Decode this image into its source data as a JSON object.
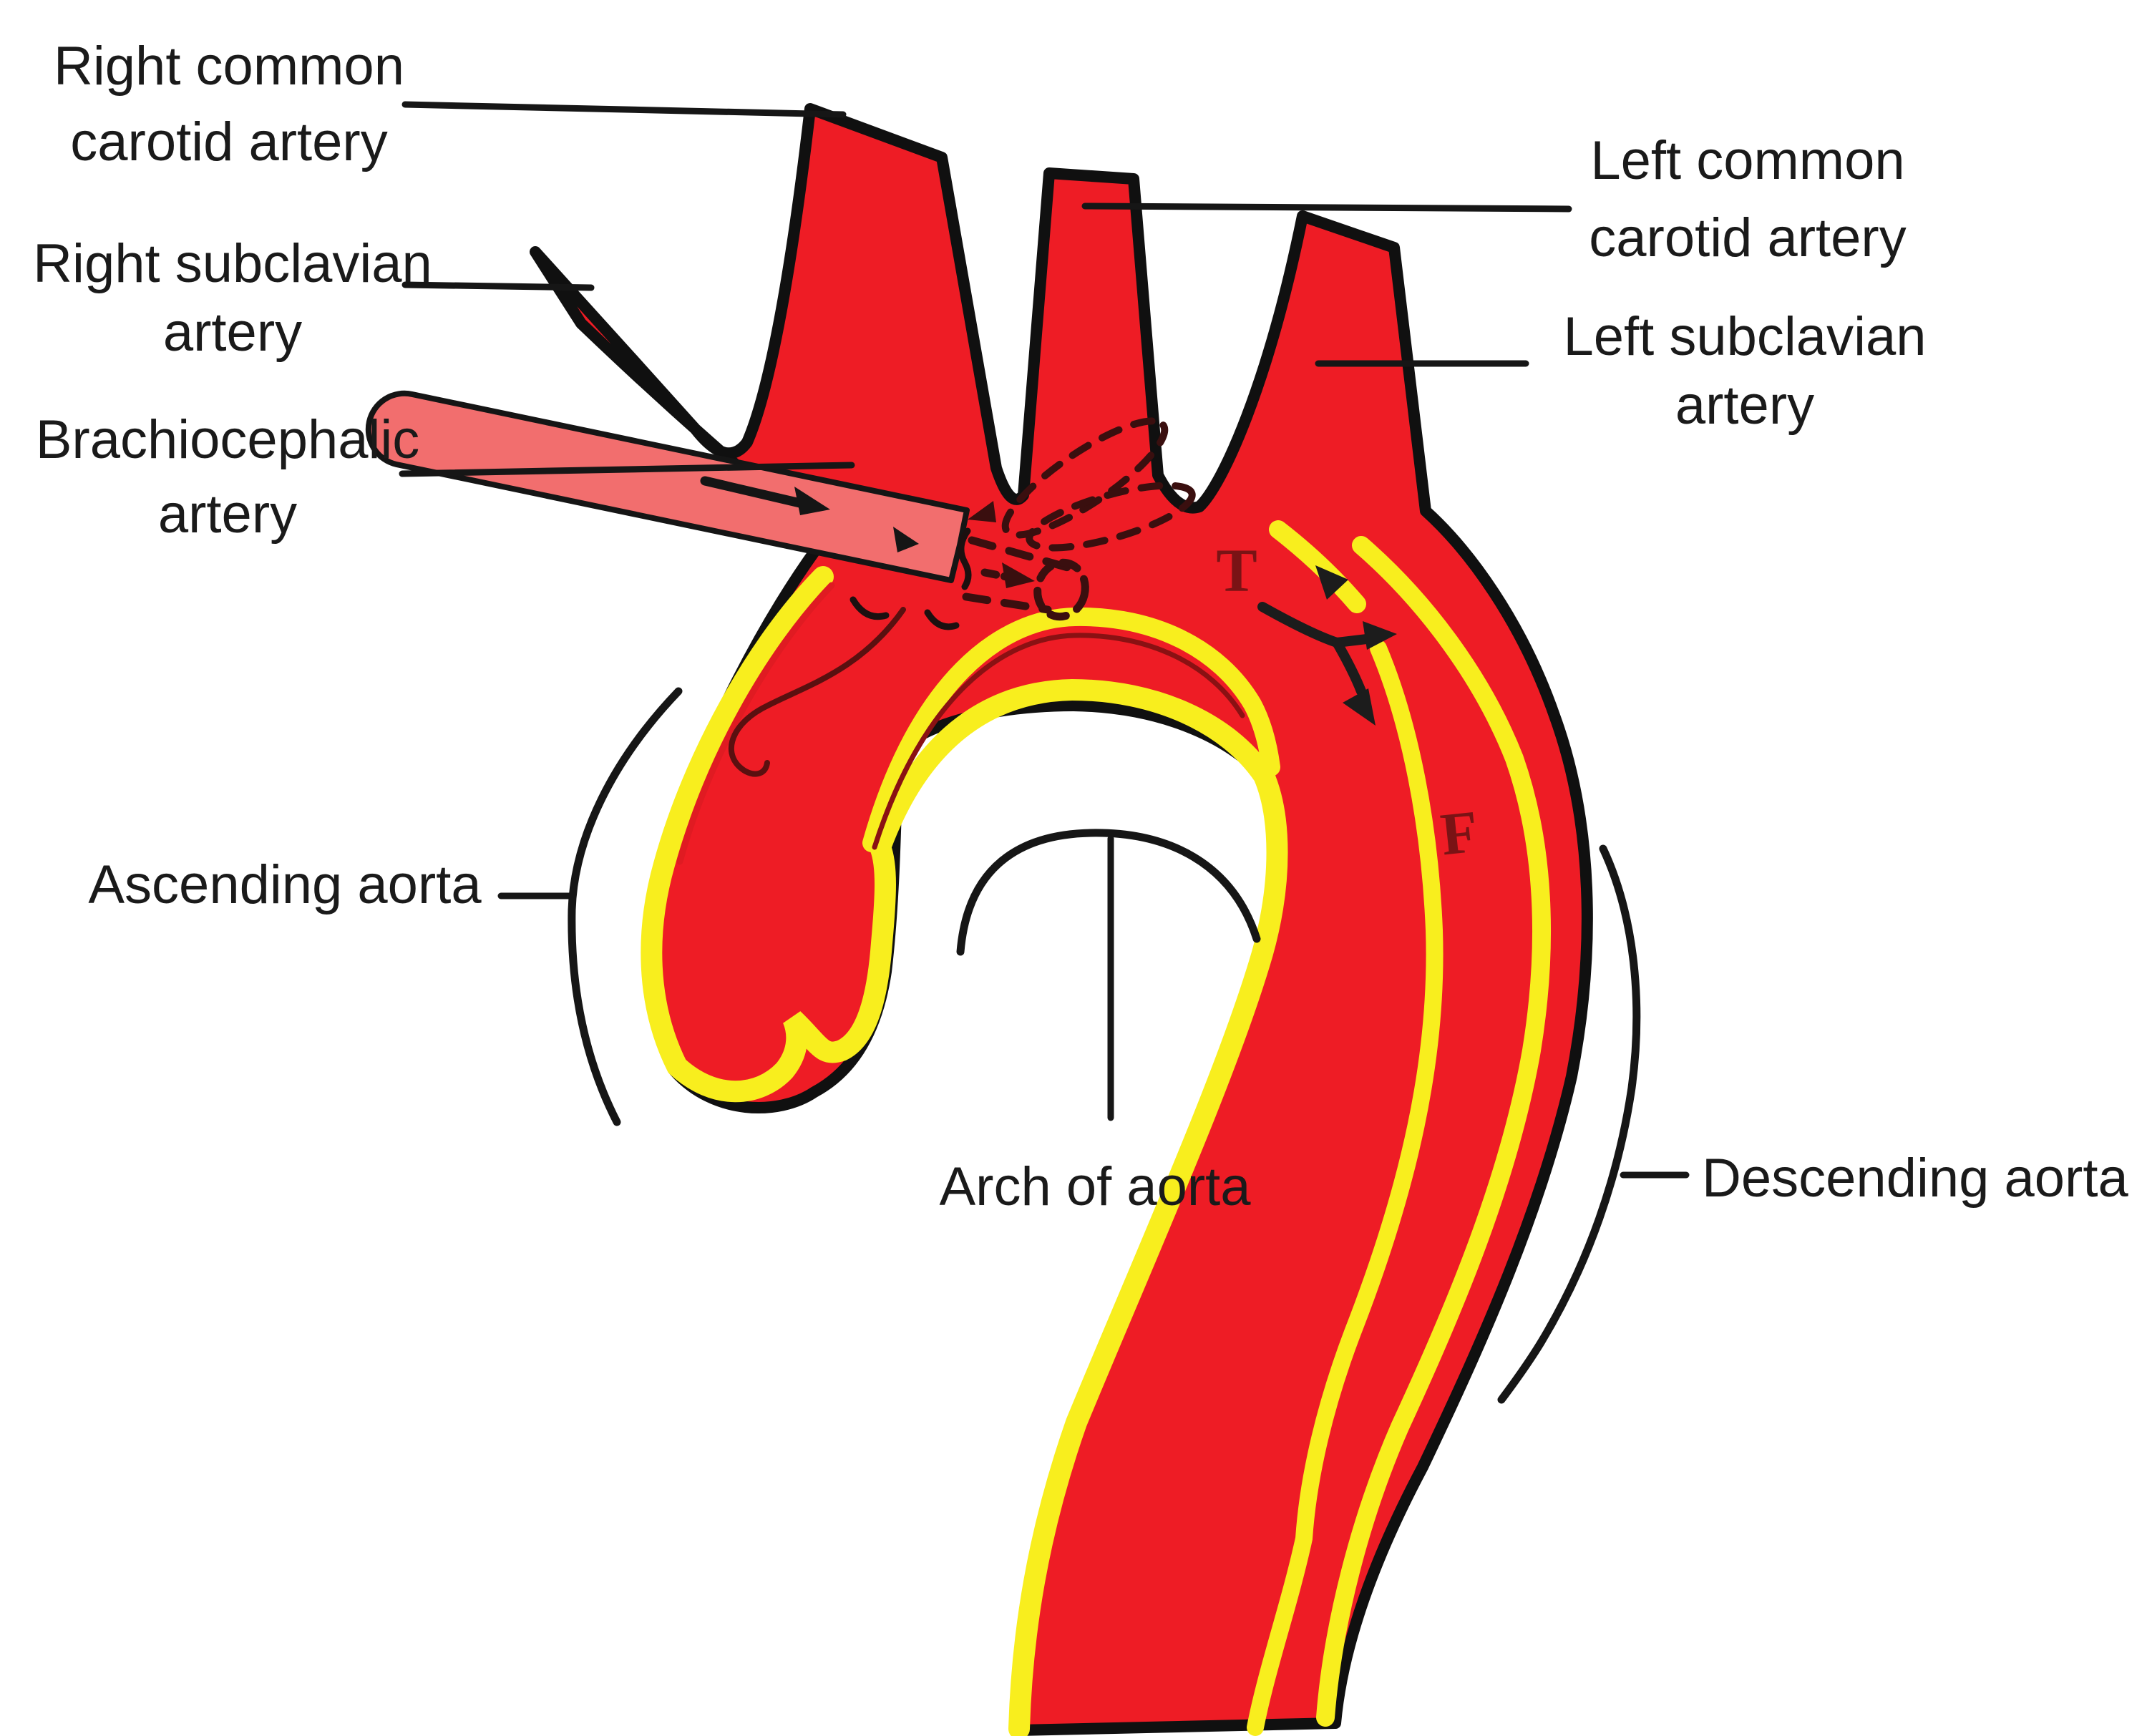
{
  "figure": {
    "title": "Aorta / aortic dissection diagram",
    "type": "anatomical-diagram"
  },
  "labels": {
    "right_common_carotid": {
      "line1": "Right common",
      "line2": "carotid artery"
    },
    "right_subclavian": {
      "line1": "Right subclavian",
      "line2": "artery"
    },
    "brachiocephalic": {
      "line1": "Brachiocephalic",
      "line2": "artery"
    },
    "ascending_aorta": {
      "text": "Ascending aorta"
    },
    "arch_of_aorta": {
      "text": "Arch of aorta"
    },
    "left_common_carotid": {
      "line1": "Left common",
      "line2": "carotid artery"
    },
    "left_subclavian": {
      "line1": "Left subclavian",
      "line2": "artery"
    },
    "descending_aorta": {
      "text": "Descending aorta"
    }
  },
  "lumen_markers": {
    "true_lumen": "T",
    "false_lumen": "F"
  },
  "colors": {
    "aorta_red": "#EE1C25",
    "intima_yellow": "#F8EE1E",
    "catheter_pink": "#F26E6E",
    "outline_black": "#101010",
    "lumen_letter": "#7A1315",
    "device_dash_maroon": "#3A0F0F",
    "label_text": "#1A1A1A"
  }
}
